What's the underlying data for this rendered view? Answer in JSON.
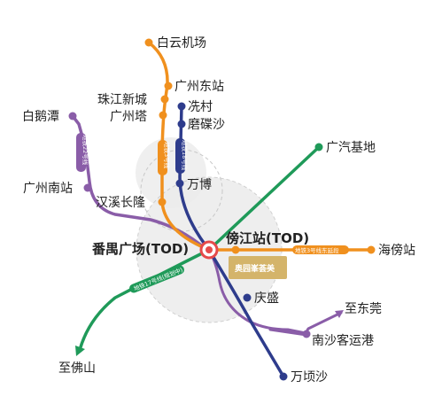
{
  "colors": {
    "line3": "#f0901e",
    "line3_tag": "#f0901e",
    "line4": "#2e3c8c",
    "line2": "#8a5da8",
    "line17": "#1f9a59",
    "circle_fill": "#e6e6e6",
    "logo_gold": "#d4b46a",
    "hub_red": "#e64a4a"
  },
  "stations": {
    "baiyun_airport": "白云机场",
    "guangzhou_east": "广州东站",
    "zhujiang_new_town": "珠江新城",
    "canton_tower": "广州塔",
    "xiancun": "冼村",
    "mocaosha": "磨碟沙",
    "baietan": "白鹅潭",
    "guangzhou_south": "广州南站",
    "hanxi_changlong": "汉溪长隆",
    "wanbo": "万博",
    "gac_base": "广汽基地",
    "panyu_square": "番禺广场(TOD)",
    "pangjiang": "傍江站(TOD)",
    "haipang": "海傍站",
    "qingsheng": "庆盛",
    "to_dongguan": "至东莞",
    "nansha_port": "南沙客运港",
    "to_foshan": "至佛山",
    "wanqingsha": "万顷沙"
  },
  "line_tags": {
    "line2": "地铁22号线",
    "line3": "地铁3号线",
    "line4": "地铁18号线",
    "line3_ext": "地铁3号线东延段",
    "line17": "地铁17号线(规划中)"
  },
  "logo": {
    "text": "奥园峯荟美"
  }
}
